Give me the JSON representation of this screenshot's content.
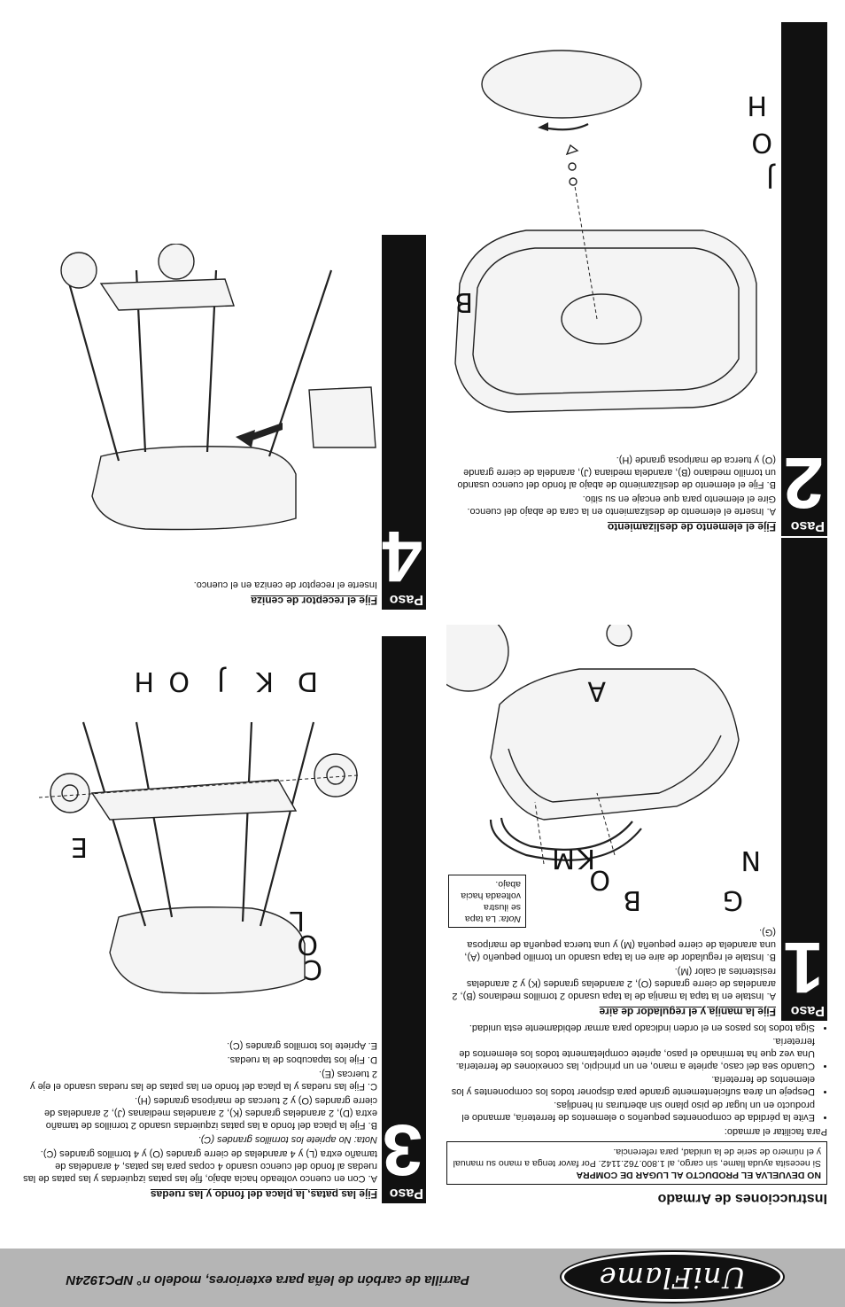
{
  "header": {
    "logo_text": "UniFlame",
    "title": "Parrilla de carbón de leña para exteriores, modelo n° NPC1924N"
  },
  "instructions": {
    "title": "Instrucciones de Armado",
    "notice_heading": "NO DEVUELVA EL PRODUCTO AL LUGAR DE COMPRA",
    "notice_body": "Si necesita ayuda llame, sin cargo, al 1.800.762.1142.  Por favor tenga a mano su manual y el número de serie de la unidad, para referencia.",
    "intro": "Para facilitar el armado:",
    "bullets": [
      "Evite la pérdida de componentes pequeños o elementos de ferretería, armando el producto en un lugar de piso plano sin aberturas ni hendijas.",
      "Despeje un área suficientemente grande para disponer todos los componentes y los elementos de ferretería.",
      "Cuando sea del caso, apriete a mano, en un principio, las conexiones de ferretería. Una vez que ha terminado el paso, apriete completamente todos los elementos de ferretería.",
      "Siga todos los pasos en el orden indicado para armar debidamente esta unidad."
    ]
  },
  "steps": [
    {
      "paso": "Paso",
      "number": "1",
      "heading": "Fije la manija y el regulador de aire",
      "items": [
        "A. Instale en la tapa la manija de la tapa usando 2 tornillos medianos (B), 2 arandelas de cierre grandes (O), 2 arandelas grandes (K) y 2 arandelas resistentes al calor (M).",
        "B. Instale el regulador de aire en la tapa usando un tornillo pequeño (A), una arandela de cierre pequeña (M) y una tuerca pequeña de mariposa (G)."
      ],
      "note_label": "Nota:",
      "note_text": "La tapa se ilustra volteada hacia abajo.",
      "letters": [
        "A",
        "N",
        "G",
        "B",
        "O",
        "K",
        "M"
      ]
    },
    {
      "paso": "Paso",
      "number": "2",
      "heading": "Fije el elemento de deslizamiento",
      "items": [
        "A. Inserte el elemento de deslizamiento en la cara de abajo del cuenco. Gire el elemento para que encaje en su sitio.",
        "B. Fije el elemento de deslizamiento de abajo al fondo del cuenco usando un tornillo mediano (B), arandela mediana (J), arandela de cierre grande (O) y tuerca de mariposa grande (H)."
      ],
      "letters": [
        "H",
        "O",
        "J",
        "B"
      ]
    },
    {
      "paso": "Paso",
      "number": "3",
      "heading": "Fije las patas, la placa del fondo y las ruedas",
      "items": [
        "A. Con en cuenco volteado hacia abajo, fije las patas izquierdas y las patas de las ruedas al fondo del cuenco usando 4 copas para las patas, 4 arandelas de tamaño extra (L) y 4 arandelas de cierre grandes (O) y 4 tornillos grandes (C).",
        "Nota: No apriete los tornillos grandes (C).",
        "B. Fije la placa del fondo a las patas izquierdas usando 2 tornillos de tamaño extra (D), 2 arandelas grandes (K), 2 arandelas medianas (J), 2 arandelas de cierre grandes (O) y 2 tuercas de mariposa grandes (H).",
        "C. Fije las ruedas y la placa del fondo en las patas de las ruedas usando el eje y 2 tuercas (E).",
        "D. Fije los tapacubos de la ruedas.",
        "E. Apriete los tornillos grandes (C)."
      ],
      "letters": [
        "D",
        "K",
        "J",
        "O",
        "H",
        "E",
        "C",
        "O",
        "L"
      ]
    },
    {
      "paso": "Paso",
      "number": "4",
      "heading": "Fije el receptor de ceniza",
      "items": [
        "Inserte el receptor de ceniza en el cuenco."
      ]
    }
  ]
}
